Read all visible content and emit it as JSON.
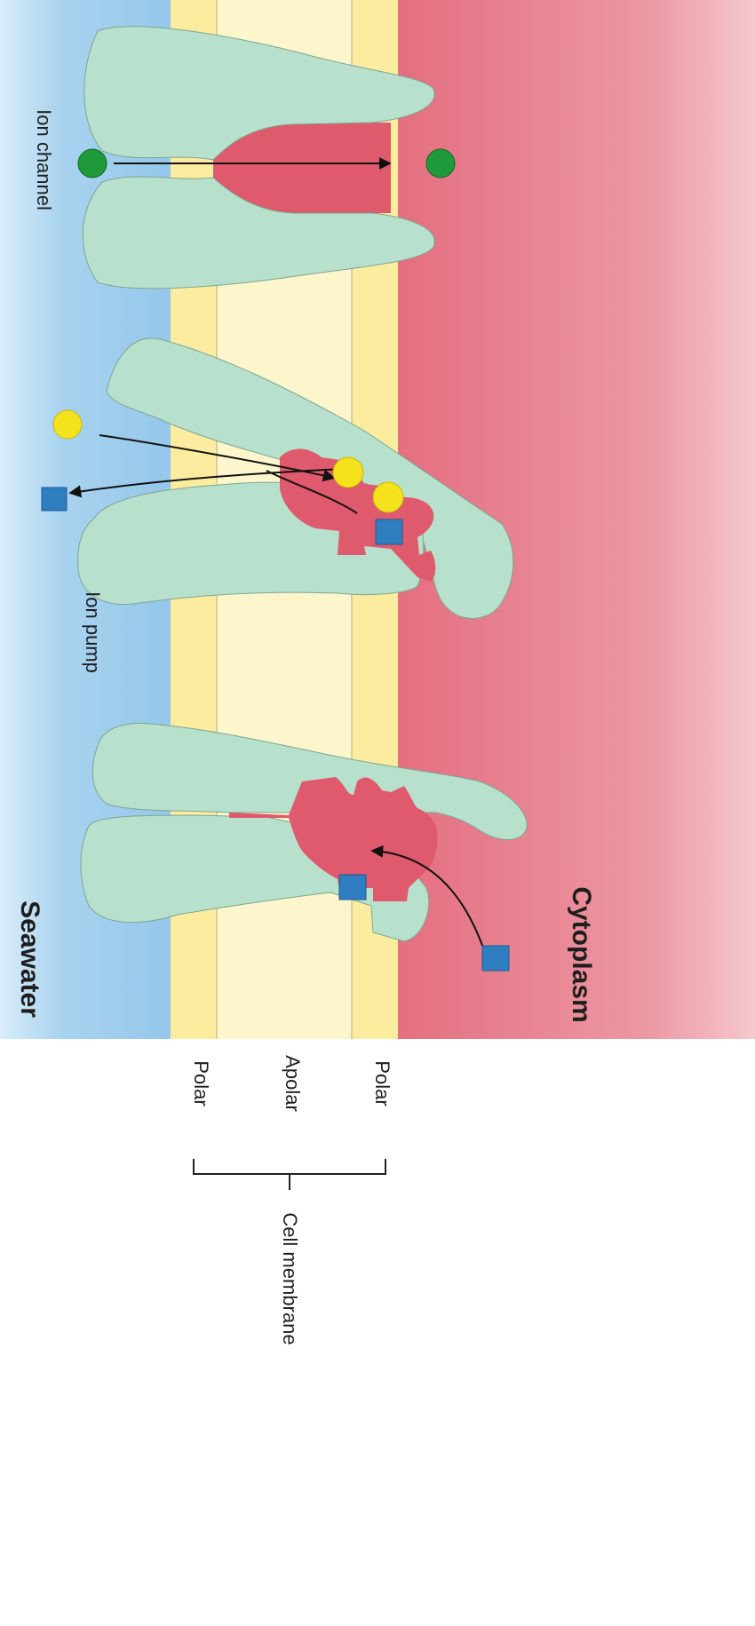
{
  "regions": {
    "seawater": "Seawater",
    "cytoplasm": "Cytoplasm"
  },
  "proteins": {
    "ion_channel": "Ion channel",
    "ion_pump": "Ion pump"
  },
  "membrane": {
    "label": "Cell membrane",
    "layers": [
      "Polar",
      "Apolar",
      "Polar"
    ]
  },
  "colors": {
    "seawater": "#a7d2ef",
    "cytoplasm": "#e5808c",
    "polar": "#fbeca0",
    "apolar": "#fdf4cb",
    "protein": "#b7e0cd",
    "binding_site": "#df5a6c",
    "ion_green": "#1e9a3a",
    "ion_yellow": "#f4e21c",
    "ion_blue": "#2f7fc0"
  }
}
